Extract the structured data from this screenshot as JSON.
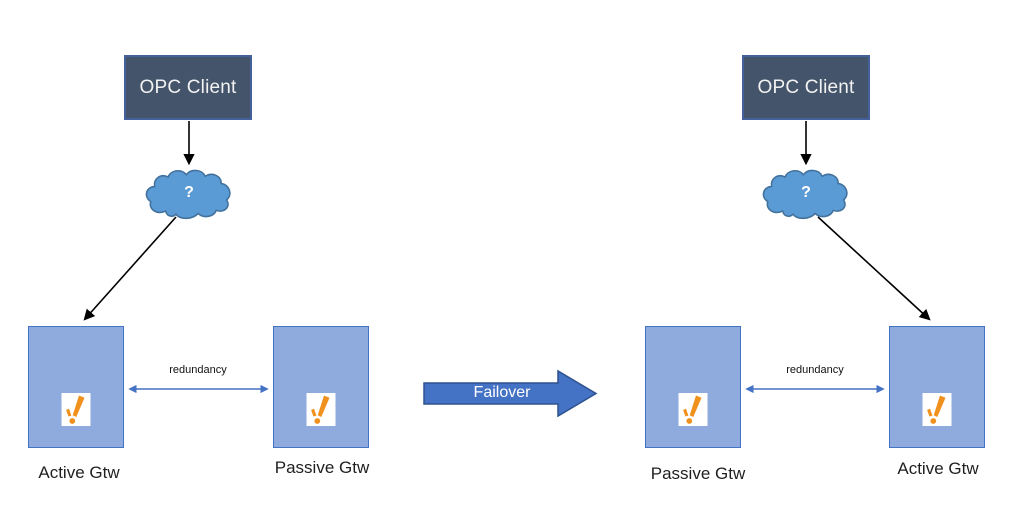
{
  "colors": {
    "background": "#FFFFFF",
    "client_box_fill": "#44546A",
    "client_box_border": "#44619B",
    "client_text": "#F2F2F2",
    "gateway_fill": "#8FAADC",
    "gateway_border": "#4472C4",
    "cloud_fill": "#5B9BD5",
    "cloud_border": "#41719C",
    "failover_arrow_fill": "#4472C4",
    "failover_arrow_border": "#2F528F",
    "redundancy_arrow": "#4472C4",
    "connector_black": "#000000",
    "icon_orange": "#F0911E",
    "label_text": "#1F1F1F"
  },
  "failover": {
    "label": "Failover"
  },
  "panels": [
    {
      "client_label": "OPC Client",
      "cloud_label": "?",
      "redundancy_label": "redundancy",
      "gateways": [
        {
          "role": "active",
          "label": "Active Gtw"
        },
        {
          "role": "passive",
          "label": "Passive Gtw"
        }
      ]
    },
    {
      "client_label": "OPC Client",
      "cloud_label": "?",
      "redundancy_label": "redundancy",
      "gateways": [
        {
          "role": "passive",
          "label": "Passive Gtw"
        },
        {
          "role": "active",
          "label": "Active Gtw"
        }
      ]
    }
  ]
}
